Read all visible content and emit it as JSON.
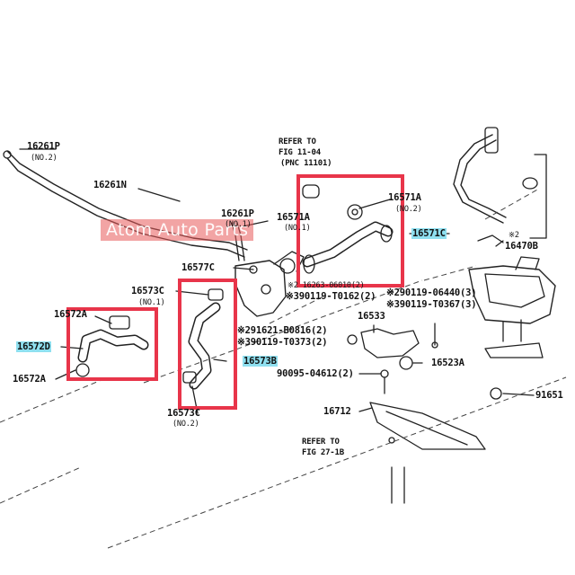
{
  "watermark": "Atom Auto Parts",
  "refer_note_1": {
    "line1": "REFER TO",
    "line2": "FIG 11-04",
    "line3": "(PNC 11101)"
  },
  "refer_note_2": {
    "line1": "REFER TO",
    "line2": "FIG 27-1B"
  },
  "part_labels": {
    "p16261p_left": "16261P",
    "p16261p_left_sub": "(NO.2)",
    "p16261n": "16261N",
    "p16261p_mid": "16261P",
    "p16261p_mid_sub": "(NO.1)",
    "p16571a_left": "16571A",
    "p16571a_left_sub": "(NO.1)",
    "p16571a_right": "16571A",
    "p16571a_right_sub": "(NO.2)",
    "p16571c": "16571C",
    "p16470b": "16470B",
    "p16577c": "16577C",
    "p16573c_top": "16573C",
    "p16573c_top_sub": "(NO.1)",
    "p16572a_top": "16572A",
    "p16572d": "16572D",
    "p16572a_bottom": "16572A",
    "p16573b": "16573B",
    "p16573c_bottom": "16573C",
    "p16573c_bottom_sub": "(NO.2)",
    "p16533": "16533",
    "p16523a": "16523A",
    "p16712": "16712",
    "p90095": "90095-04612(2)",
    "p91651": "91651",
    "mark_2": "※2"
  },
  "bolt_notes": {
    "n1": "※390119-T0162(2)",
    "n2": "※290119-06440(3)",
    "n3": "※390119-T0367(3)",
    "n4": "※291621-B0816(2)",
    "n5": "※390119-T0373(2)",
    "n6": "※2 16263-06010(2)"
  },
  "highlight_color": "#8fe0f0",
  "box_color": "#e8354a"
}
